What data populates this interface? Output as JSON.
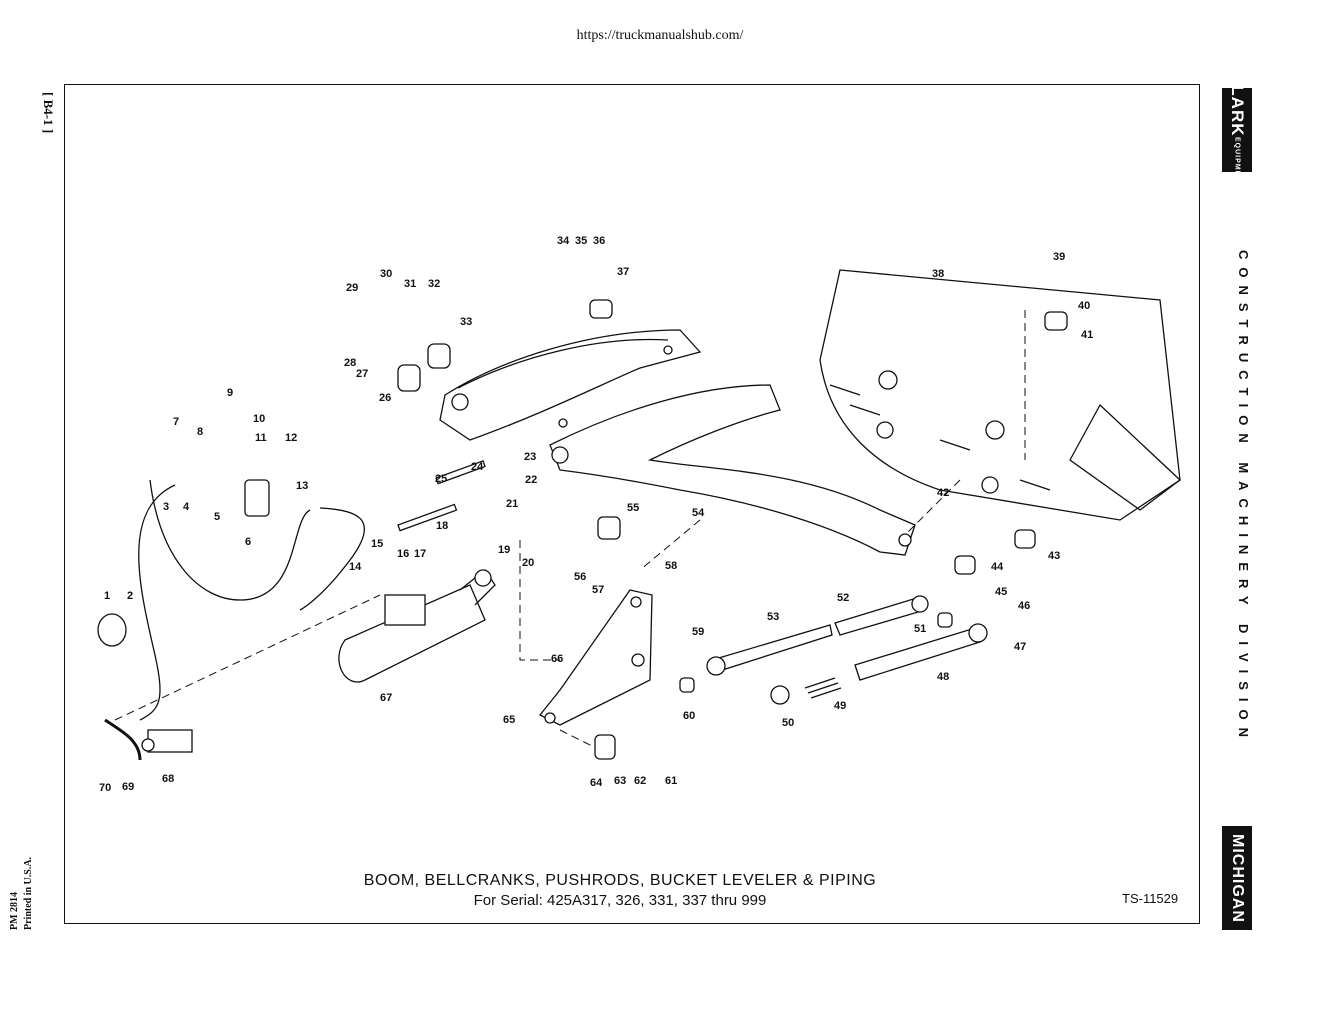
{
  "header_url": "https://truckmanualshub.com/",
  "page_ref": "[ B4-1 ]",
  "print_info": [
    "PM 2814",
    "Printed in U.S.A."
  ],
  "brand_logo": {
    "big": "CLARK",
    "small": "EQUIPMENT"
  },
  "division_text": "CONSTRUCTION MACHINERY DIVISION",
  "michigan_logo": "MICHIGAN",
  "diagram_title": "BOOM, BELLCRANKS, PUSHRODS, BUCKET LEVELER & PIPING",
  "diagram_subtitle": "For Serial: 425A317, 326, 331, 337 thru 999",
  "figure_id": "TS-11529",
  "part_callouts": [
    "1",
    "2",
    "3",
    "4",
    "5",
    "6",
    "7",
    "8",
    "9",
    "10",
    "11",
    "12",
    "13",
    "14",
    "15",
    "16",
    "17",
    "18",
    "19",
    "20",
    "21",
    "22",
    "23",
    "24",
    "25",
    "26",
    "27",
    "28",
    "29",
    "30",
    "31",
    "32",
    "33",
    "34",
    "35",
    "36",
    "37",
    "38",
    "39",
    "40",
    "41",
    "42",
    "43",
    "44",
    "45",
    "46",
    "47",
    "48",
    "49",
    "50",
    "51",
    "52",
    "53",
    "54",
    "55",
    "56",
    "57",
    "58",
    "59",
    "60",
    "61",
    "62",
    "63",
    "64",
    "65",
    "66",
    "67",
    "68",
    "69",
    "70"
  ]
}
